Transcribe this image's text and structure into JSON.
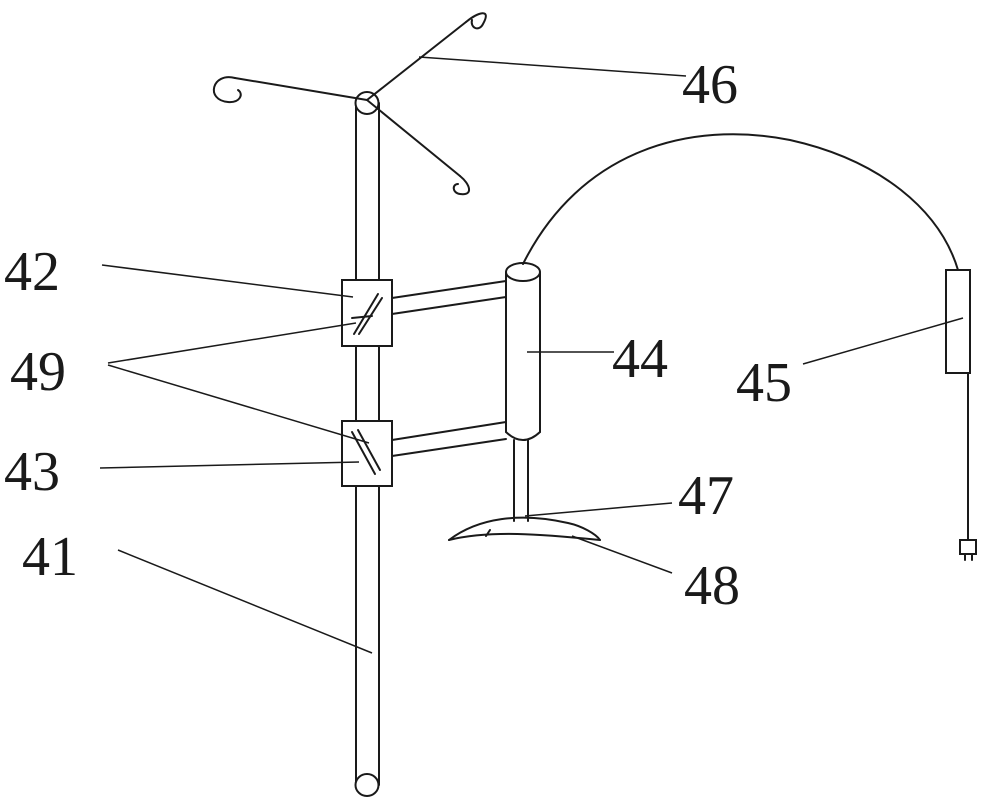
{
  "figure": {
    "labels": {
      "l41": "41",
      "l42": "42",
      "l43": "43",
      "l44": "44",
      "l45": "45",
      "l46": "46",
      "l47": "47",
      "l48": "48",
      "l49": "49"
    }
  },
  "colors": {
    "line": "#1a1a1a",
    "background": "#ffffff"
  }
}
